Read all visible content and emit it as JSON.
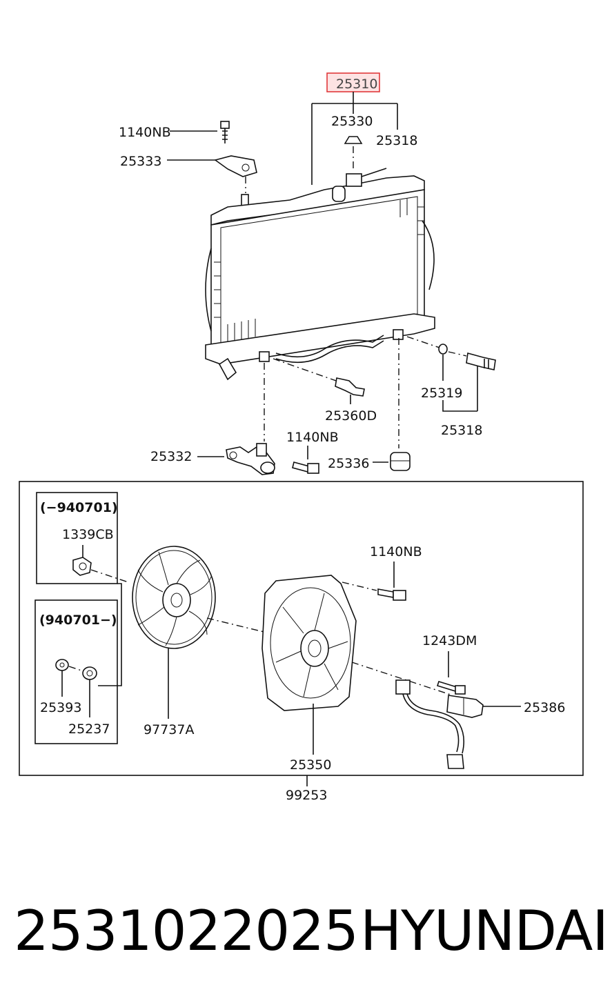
{
  "diagram": {
    "highlight_label": "25310",
    "highlight_color": "#e0383a",
    "highlight_fill": "#fde3e3",
    "labels": {
      "l_25330": "25330",
      "l_25318_top": "25318",
      "l_1140NB_top": "1140NB",
      "l_25333": "25333",
      "l_25319": "25319",
      "l_25318_bottom": "25318",
      "l_25360D": "25360D",
      "l_1140NB_mid": "1140NB",
      "l_25332": "25332",
      "l_25336": "25336",
      "l_1339CB": "1339CB",
      "l_1140NB_fan": "1140NB",
      "l_1243DM": "1243DM",
      "l_25386": "25386",
      "l_25393": "25393",
      "l_25237": "25237",
      "l_97737A": "97737A",
      "l_25350": "25350",
      "l_99253": "99253"
    },
    "boxes": {
      "early": "(−940701)",
      "late": "(940701−)"
    }
  },
  "footer": {
    "part_number": "2531022025",
    "brand": "HYUNDAI"
  }
}
